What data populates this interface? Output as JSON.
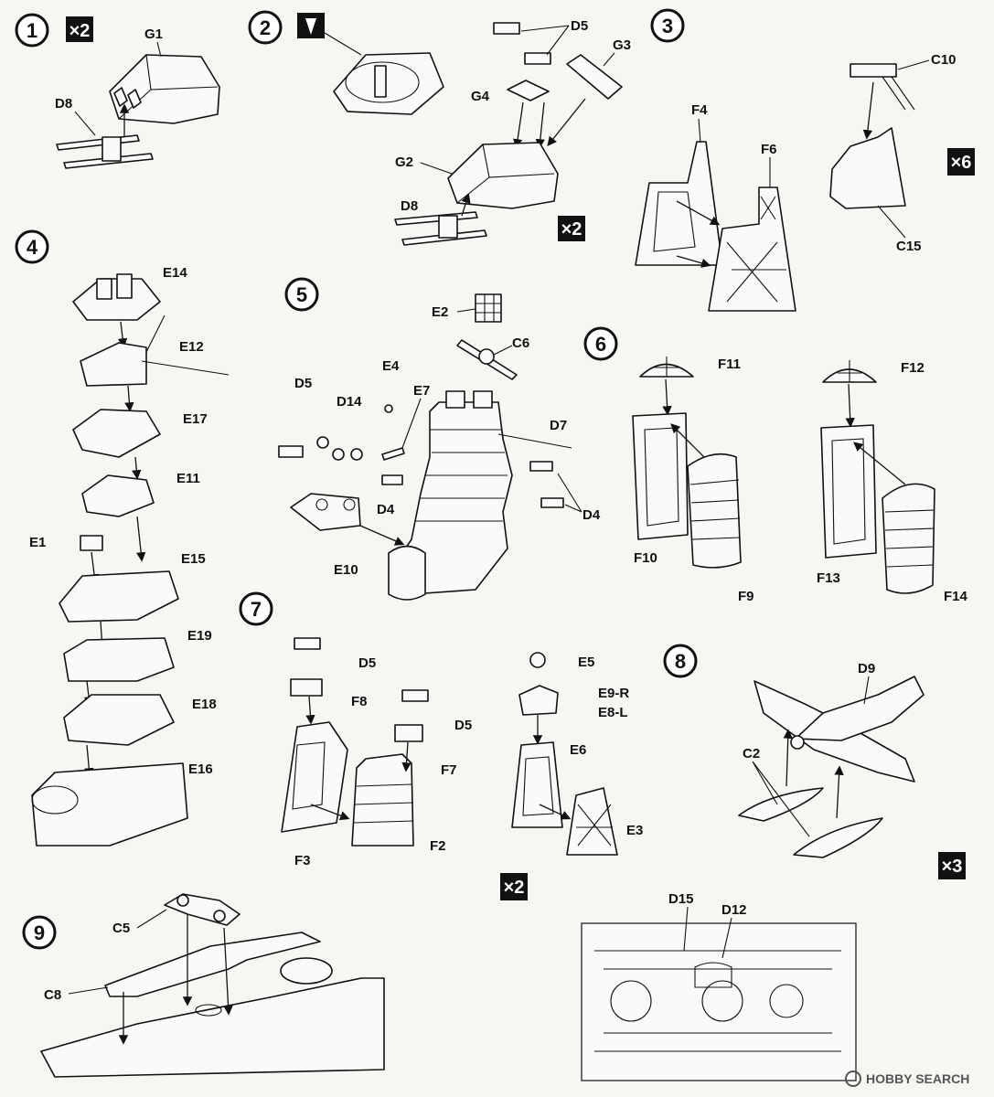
{
  "steps": [
    "1",
    "2",
    "3",
    "4",
    "5",
    "6",
    "7",
    "8",
    "9"
  ],
  "multipliers": {
    "step1": "×2",
    "step2": "×2",
    "step3": "×6",
    "step7": "×2",
    "step8": "×3"
  },
  "labels": {
    "s1": [
      "G1",
      "D8"
    ],
    "s2": [
      "D5",
      "G3",
      "G4",
      "G2",
      "D8"
    ],
    "s3a": [
      "F4",
      "F6"
    ],
    "s3b": [
      "C10",
      "C15"
    ],
    "s4": [
      "E14",
      "E12",
      "E17",
      "E11",
      "E1",
      "E15",
      "E19",
      "E18",
      "E16"
    ],
    "s5": [
      "E2",
      "C6",
      "E4",
      "E7",
      "D5",
      "D14",
      "D7",
      "D4",
      "D4",
      "E10"
    ],
    "s6": [
      "F11",
      "F10",
      "F9",
      "F12",
      "F13",
      "F14"
    ],
    "s7": [
      "D5",
      "F8",
      "D5",
      "F7",
      "F3",
      "F2",
      "E5",
      "E9-R",
      "E8-L",
      "E6",
      "E3"
    ],
    "s8": [
      "D9",
      "C2"
    ],
    "s9": [
      "C5",
      "C8",
      "D15",
      "D12"
    ]
  },
  "watermark": "HOBBY SEARCH",
  "icons": [
    "flag-icon",
    "arrow-icon",
    "hobby-search-logo-icon"
  ]
}
